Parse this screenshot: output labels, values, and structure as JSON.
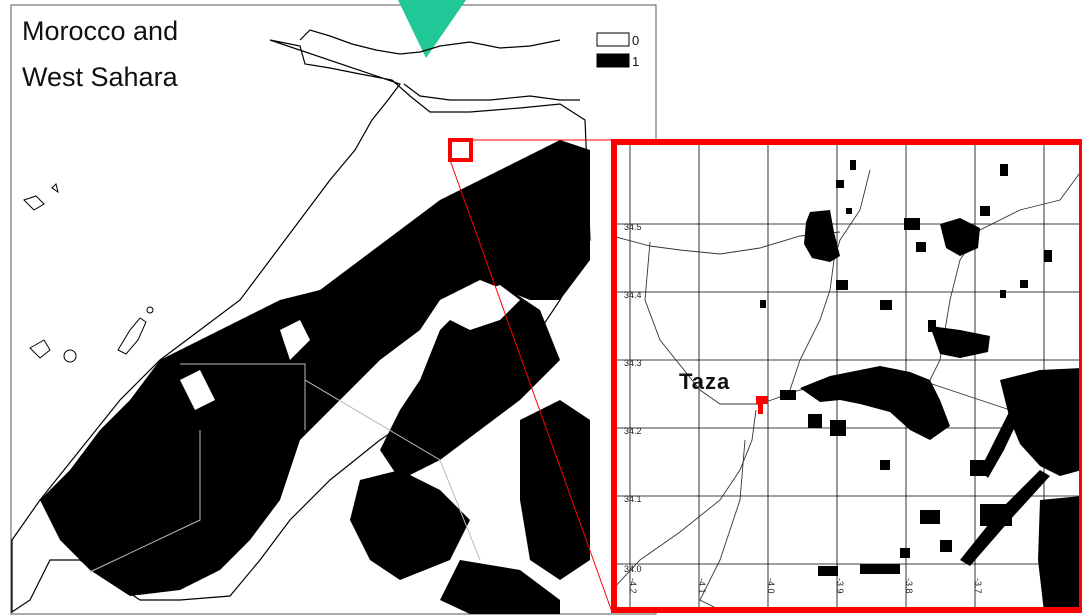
{
  "main_map": {
    "title_line1": "Morocco and",
    "title_line2": "West Sahara",
    "legend": [
      {
        "label": "0",
        "fill": "#ffffff"
      },
      {
        "label": "1",
        "fill": "#000000"
      }
    ]
  },
  "inset": {
    "city": "Taza",
    "border_color": "#ff0000",
    "lat_ticks": [
      "34.5",
      "34.4",
      "34.3",
      "34.2",
      "34.1",
      "34.0"
    ],
    "lon_ticks": [
      "-4.2",
      "-4.1",
      "-4.0",
      "-3.9",
      "-3.8",
      "-3.7"
    ]
  },
  "colors": {
    "highlight": "#ff0000",
    "pointer": "#1fc896",
    "presence": "#000000",
    "absence": "#ffffff"
  }
}
